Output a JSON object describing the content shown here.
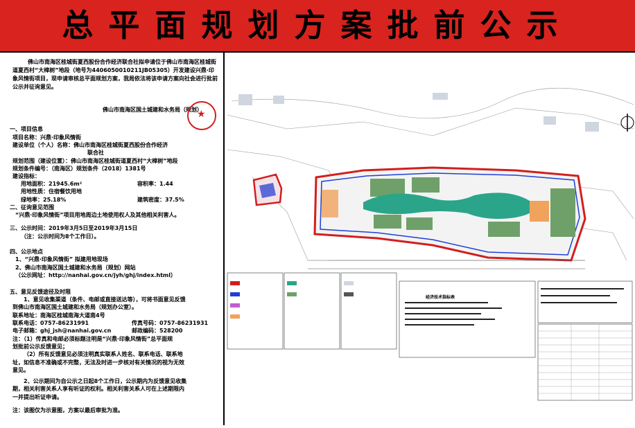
{
  "banner": {
    "title": "总平面规划方案批前公示",
    "bg_color": "#d8231e"
  },
  "notice": {
    "intro": "佛山市南海区桂城街夏西股份合作经济联合社拟申请位于佛山市南海区桂城街道夏西村“大樟树”地段（地号为4406050010211JB05305）开发建设兴鼎·印象风情街项目，现申请审核总平面规划方案，我局依法将该申请方案向社会进行批前公示并征询意见。",
    "issuer": "佛山市南海区国土城建和水务局（规划）",
    "sections": [
      "一、项目信息",
      "项目名称：兴鼎·印象风情街",
      "建设单位（个人）名称：佛山市南海区桂城街夏西股份合作经济",
      "联合社",
      "规划范围（建设位置）：佛山市南海区桂城街道夏西村“大樟树”地段",
      "规划条件编号：（南海区）规划条件（2018）1381号",
      "建设指标：",
      "用地面积：21945.6m²",
      "容积率：1.44",
      "用地性质：住宿餐饮用地",
      "绿地率：25.18%",
      "建筑密度：37.5%",
      "二、征询意见范围",
      "“兴鼎·印象风情街”项目用地周边土地使用权人及其他相关利害人。",
      "三、公示时间：2019年3月5日至2019年3月15日",
      "（注：公示时间为8个工作日）。",
      "四、公示地点",
      "1、“兴鼎·印象风情街” 拟建用地现场",
      "2、佛山市南海区国土城建和水务局（规划）网站",
      "（公示网址：http://nanhai.gov.cn/jyh/ghj/index.html）",
      "五、意见反馈途径及时限",
      "1、意见收集渠道（条件、电邮或直接送达等），可将书面意见反馈",
      "到佛山市南海区国土城建和水务局（规划办公室）。",
      "联系地址：南海区桂城南海大道南4号",
      "联系电话：0757-86231991",
      "传真号码：0757-86231931",
      "电子邮箱：ghj_jsh@nanhai.gov.cn",
      "邮政编码：528200",
      "注：（1）传真和电邮必须标题注明是“兴鼎·印象风情街”总平面规",
      "划批前公示反馈意见；",
      "（2）所有反馈意见必须注明真实联系人姓名、联系电话、联系地",
      "址，如信息不准确或不完整，无法及时进一步核对有关情况的视为无效",
      "意见。",
      "2、公示期间为自公示之日起8个工作日，公示期内为反馈意见收集",
      "期，相关利害关系人享有听证的权利。相关利害关系人可在上述期限内",
      "一并提出听证申请。",
      "注：该图仅为示意图，方案以最后审批为准。"
    ]
  },
  "plan": {
    "table_title": "经济技术指标表"
  }
}
